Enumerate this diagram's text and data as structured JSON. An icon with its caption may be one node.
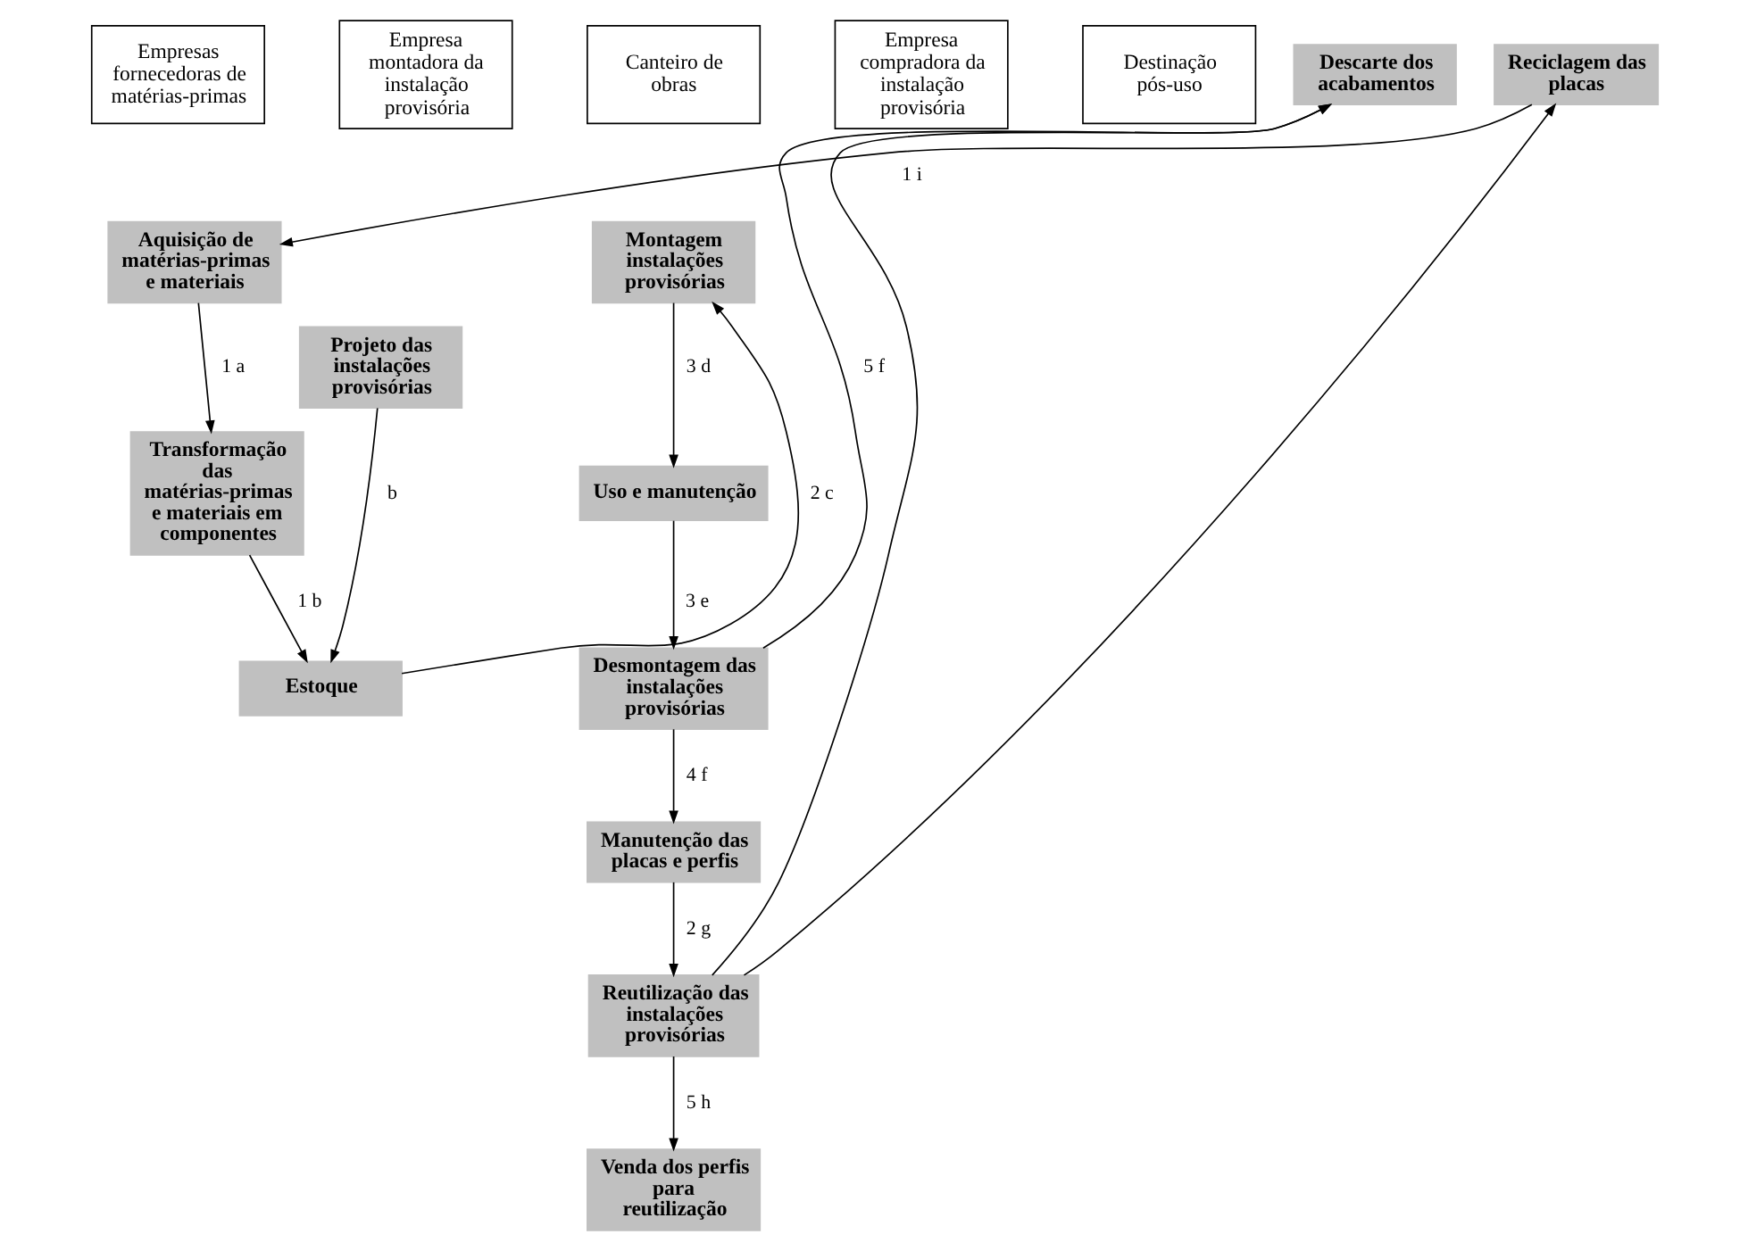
{
  "diagram": {
    "nodes": [
      {
        "text": [
          "Empresas fornecedoras de matérias-primas"
        ]
      },
      {
        "text": [
          "Empresa montadora da instalação provisória"
        ]
      },
      {
        "text": [
          "Canteiro de obras"
        ]
      },
      {
        "text": [
          "Empresa compradora da instalação provisória"
        ]
      },
      {
        "text": [
          "Destinação pós-uso"
        ]
      },
      {
        "text": [
          "Aquisição de matérias-primas e materiais"
        ]
      },
      {
        "text": [
          "Projeto das instalações provisórias"
        ]
      },
      {
        "text": [
          "Montagem instalações provisórias"
        ]
      },
      {
        "text": [
          "Transformação das matérias-primas e materiais em componentes"
        ]
      },
      {
        "text": [
          "Estoque"
        ]
      },
      {
        "text": [
          "Uso e manutenção"
        ]
      },
      {
        "text": [
          "Descarte dos acabamentos"
        ]
      },
      {
        "text": [
          "Desmontagem das instalações provisórias"
        ]
      },
      {
        "text": [
          "Manutenção das placas e perfis"
        ]
      },
      {
        "text": [
          "Reciclagem das placas"
        ]
      },
      {
        "text": [
          "Reutilização das instalações provisórias"
        ]
      },
      {
        "text": [
          "Venda dos perfis para reutilização"
        ]
      }
    ],
    "edges": [
      {
        "from": 5,
        "to": 8,
        "arrow": "to",
        "label": "1 a"
      },
      {
        "from": 8,
        "to": 9,
        "arrow": "to",
        "label": "1 b"
      },
      {
        "from": 6,
        "to": 9,
        "arrow": "to",
        "label": "b"
      },
      {
        "from": 9,
        "to": 7,
        "arrow": "to",
        "label": "2 c"
      },
      {
        "from": 7,
        "to": 10,
        "arrow": "to",
        "label": "3 d"
      },
      {
        "from": 10,
        "to": 12,
        "arrow": "to",
        "label": "3 e"
      },
      {
        "from": 12,
        "to": 11,
        "arrow": "to",
        "label": "5 f"
      },
      {
        "from": 12,
        "to": 13,
        "arrow": "to",
        "label": "4 f"
      },
      {
        "from": 13,
        "to": 15,
        "arrow": "to",
        "label": "2 g"
      },
      {
        "from": 15,
        "to": 11,
        "arrow": "to"
      },
      {
        "from": 15,
        "to": 14,
        "arrow": "to"
      },
      {
        "from": 15,
        "to": 16,
        "arrow": "to",
        "label": "5 h"
      },
      {
        "from": 14,
        "to": 5,
        "arrow": "to",
        "label": "1 i"
      }
    ]
  }
}
